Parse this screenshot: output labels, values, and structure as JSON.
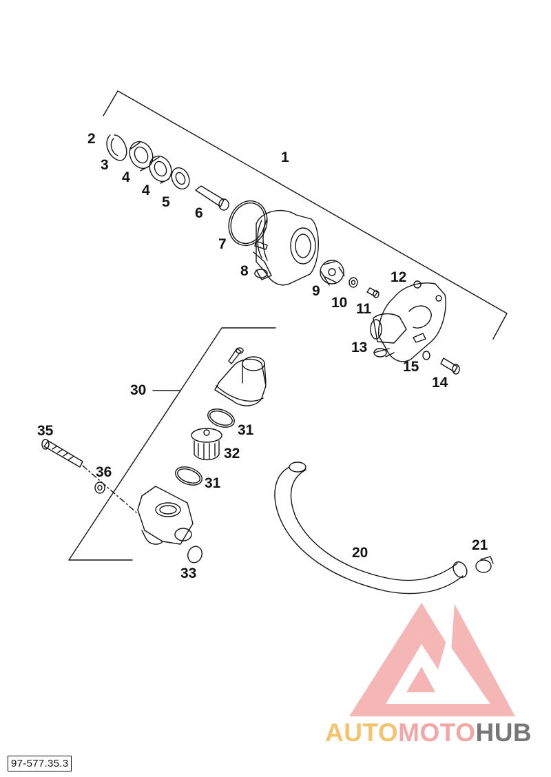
{
  "diagram": {
    "drawing_code": "97-577.35.3",
    "callouts": [
      {
        "id": "label-2",
        "text": "2"
      },
      {
        "id": "label-3",
        "text": "3"
      },
      {
        "id": "label-4a",
        "text": "4"
      },
      {
        "id": "label-4b",
        "text": "4"
      },
      {
        "id": "label-5",
        "text": "5"
      },
      {
        "id": "label-1",
        "text": "1"
      },
      {
        "id": "label-6",
        "text": "6"
      },
      {
        "id": "label-7",
        "text": "7"
      },
      {
        "id": "label-8",
        "text": "8"
      },
      {
        "id": "label-9",
        "text": "9"
      },
      {
        "id": "label-10",
        "text": "10"
      },
      {
        "id": "label-11",
        "text": "11"
      },
      {
        "id": "label-12",
        "text": "12"
      },
      {
        "id": "label-13",
        "text": "13"
      },
      {
        "id": "label-15",
        "text": "15"
      },
      {
        "id": "label-14",
        "text": "14"
      },
      {
        "id": "label-30",
        "text": "30"
      },
      {
        "id": "label-31a",
        "text": "31"
      },
      {
        "id": "label-35",
        "text": "35"
      },
      {
        "id": "label-32",
        "text": "32"
      },
      {
        "id": "label-36",
        "text": "36"
      },
      {
        "id": "label-31b",
        "text": "31"
      },
      {
        "id": "label-20",
        "text": "20"
      },
      {
        "id": "label-21",
        "text": "21"
      },
      {
        "id": "label-33",
        "text": "33"
      }
    ]
  },
  "watermark": {
    "part1": "AUTO",
    "part2": "MOTO",
    "part3": "HUB",
    "colors": {
      "triangle": "#f08c8c",
      "auto": "#f4c36d",
      "moto": "#f2a6a6",
      "hub": "#777777"
    }
  }
}
